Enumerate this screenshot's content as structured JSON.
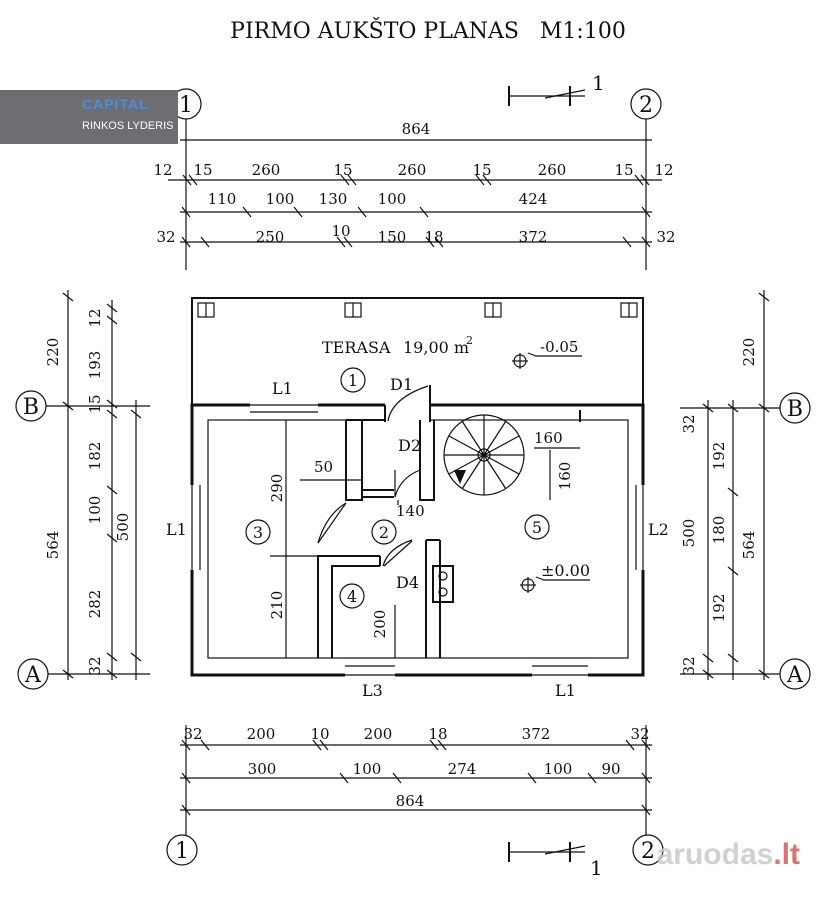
{
  "title": "PIRMO AUKŠTO PLANAS   M1:100",
  "grid": {
    "a1": "1",
    "a2": "2",
    "aA": "A",
    "aB": "B"
  },
  "section_mark": "1",
  "top_dims": {
    "total": "864",
    "row1": [
      "12",
      "15",
      "260",
      "15",
      "260",
      "15",
      "260",
      "15",
      "12"
    ],
    "row2": [
      "110",
      "100",
      "130",
      "100",
      "424"
    ],
    "row3": [
      "32",
      "250",
      "10",
      "150",
      "18",
      "372",
      "32"
    ]
  },
  "bottom_dims": {
    "row1": [
      "32",
      "200",
      "10",
      "200",
      "18",
      "372",
      "32"
    ],
    "row2": [
      "300",
      "100",
      "274",
      "100",
      "90"
    ],
    "total": "864"
  },
  "left_dims": {
    "outer": [
      "220",
      "564"
    ],
    "inner": [
      "12",
      "193",
      "15",
      "182",
      "100",
      "282",
      "32"
    ],
    "inner2": "500"
  },
  "right_dims": {
    "outer": [
      "220",
      "564"
    ],
    "inner": [
      "32",
      "192",
      "180",
      "192",
      "32"
    ],
    "inner2": "500"
  },
  "room_dims": {
    "r3_top": "290",
    "r3_bot": "210",
    "d50": "50",
    "d140": "140",
    "d200": "200",
    "stair_w": "160",
    "stair_h": "160"
  },
  "terrace": {
    "label": "TERASA",
    "area": "19,00 m",
    "sup": "2",
    "level": "-0.05"
  },
  "floor_level": "±0.00",
  "rooms": [
    "1",
    "2",
    "3",
    "4",
    "5"
  ],
  "doors": [
    "D1",
    "D2",
    "D4"
  ],
  "windows": {
    "top": "L1",
    "left": "L1",
    "right": "L2",
    "bottom_left": "L3",
    "bottom_right": "L1"
  },
  "logo": {
    "brand": "CAPITAL",
    "tagline": "RINKOS LYDERIS"
  },
  "watermark": {
    "main": "aruodas",
    "suffix": ".lt"
  }
}
